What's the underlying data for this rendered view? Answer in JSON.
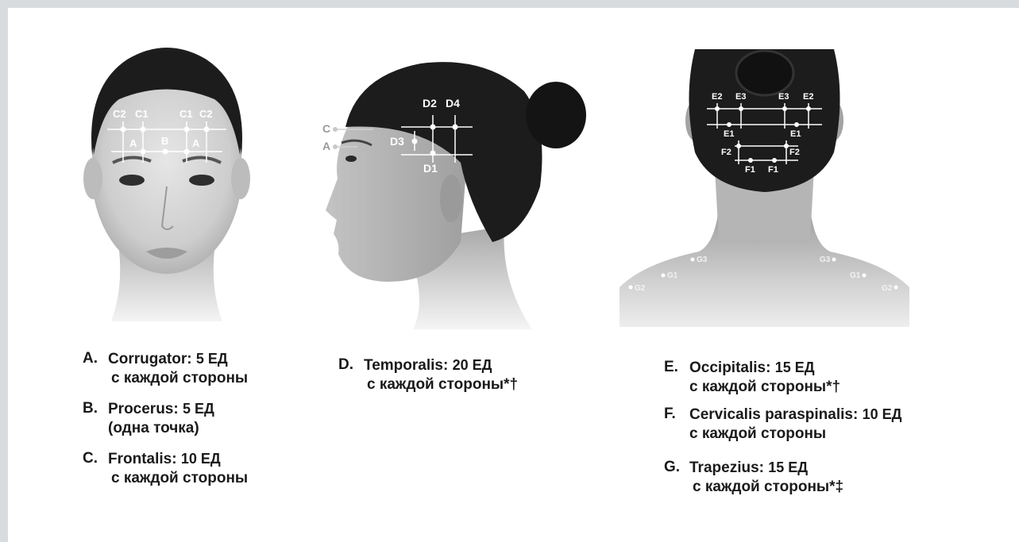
{
  "colors": {
    "background": "#d9dcde",
    "panel": "#ffffff",
    "text": "#1a1a1a",
    "marker": "#ffffff",
    "hair": "#1c1c1c",
    "skin": "#cfcfcf"
  },
  "front_view": {
    "labels": {
      "c2_left": "C2",
      "c1_left": "C1",
      "c1_right": "C1",
      "c2_right": "C2",
      "a_left": "A",
      "b": "B",
      "a_right": "A"
    }
  },
  "side_view": {
    "labels": {
      "c": "C",
      "a": "A",
      "d2": "D2",
      "d4": "D4",
      "d3": "D3",
      "d1": "D1"
    }
  },
  "back_view": {
    "labels": {
      "e2_left": "E2",
      "e3_left": "E3",
      "e3_right": "E3",
      "e2_right": "E2",
      "e1_left": "E1",
      "e1_right": "E1",
      "f2_left": "F2",
      "f2_right": "F2",
      "f1_left": "F1",
      "f1_right": "F1",
      "g3_left": "G3",
      "g1_left": "G1",
      "g2_left": "G2",
      "g3_right": "G3",
      "g1_right": "G1",
      "g2_right": "G2"
    }
  },
  "legend": {
    "a": {
      "letter": "A.",
      "name": "Corrugator:",
      "dose": "5 ЕД",
      "note": "с каждой стороны"
    },
    "b": {
      "letter": "B.",
      "name": "Procerus:",
      "dose": "5 ЕД",
      "note": "(одна точка)"
    },
    "c": {
      "letter": "C.",
      "name": "Frontalis:",
      "dose": "10 ЕД",
      "note": "с каждой стороны"
    },
    "d": {
      "letter": "D.",
      "name": "Temporalis:",
      "dose": "20 ЕД",
      "note": "с каждой стороны*†"
    },
    "e": {
      "letter": "E.",
      "name": "Occipitalis:",
      "dose": "15 ЕД",
      "note": "с каждой стороны*†"
    },
    "f": {
      "letter": "F.",
      "name": "Cervicalis paraspinalis:",
      "dose": "10 ЕД",
      "note": "с каждой стороны"
    },
    "g": {
      "letter": "G.",
      "name": "Trapezius:",
      "dose": "15 ЕД",
      "note": "с каждой стороны*‡"
    }
  }
}
